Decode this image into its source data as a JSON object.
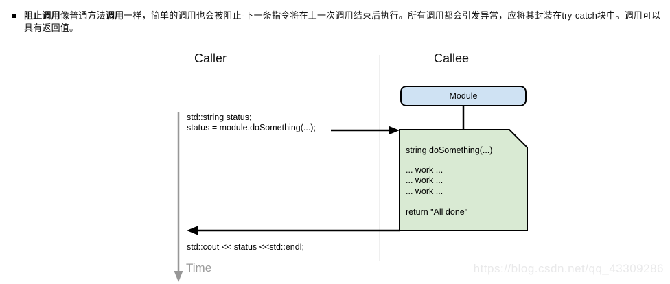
{
  "note": {
    "segments": [
      {
        "text": "阻止调用",
        "bold": true
      },
      {
        "text": "像普通方法",
        "bold": false
      },
      {
        "text": "调用",
        "bold": true
      },
      {
        "text": "一样，简单的调用也会被阻止-下一条指令将在上一次调用结束后执行。所有调用都会引发异常，应将其封装在try-catch块中。调用可以具有返回值。",
        "bold": false
      }
    ]
  },
  "diagram": {
    "caller_heading": "Caller",
    "callee_heading": "Callee",
    "module_label": "Module",
    "caller_code_line1": "std::string status;",
    "caller_code_line2": "status = module.doSomething(...);",
    "callee_body": {
      "signature": "string doSomething(...)",
      "work_lines": [
        "... work ...",
        "... work ...",
        "... work ..."
      ],
      "return_line": "return \"All done\""
    },
    "result_code": "std::cout << status <<std::endl;",
    "time_label": "Time",
    "colors": {
      "module_fill": "#cfe2f3",
      "callee_fill": "#d9ead3",
      "outline": "#000000",
      "divider": "#efefef",
      "timeline_gray": "#979797"
    }
  },
  "watermark": "https://blog.csdn.net/qq_43309286"
}
